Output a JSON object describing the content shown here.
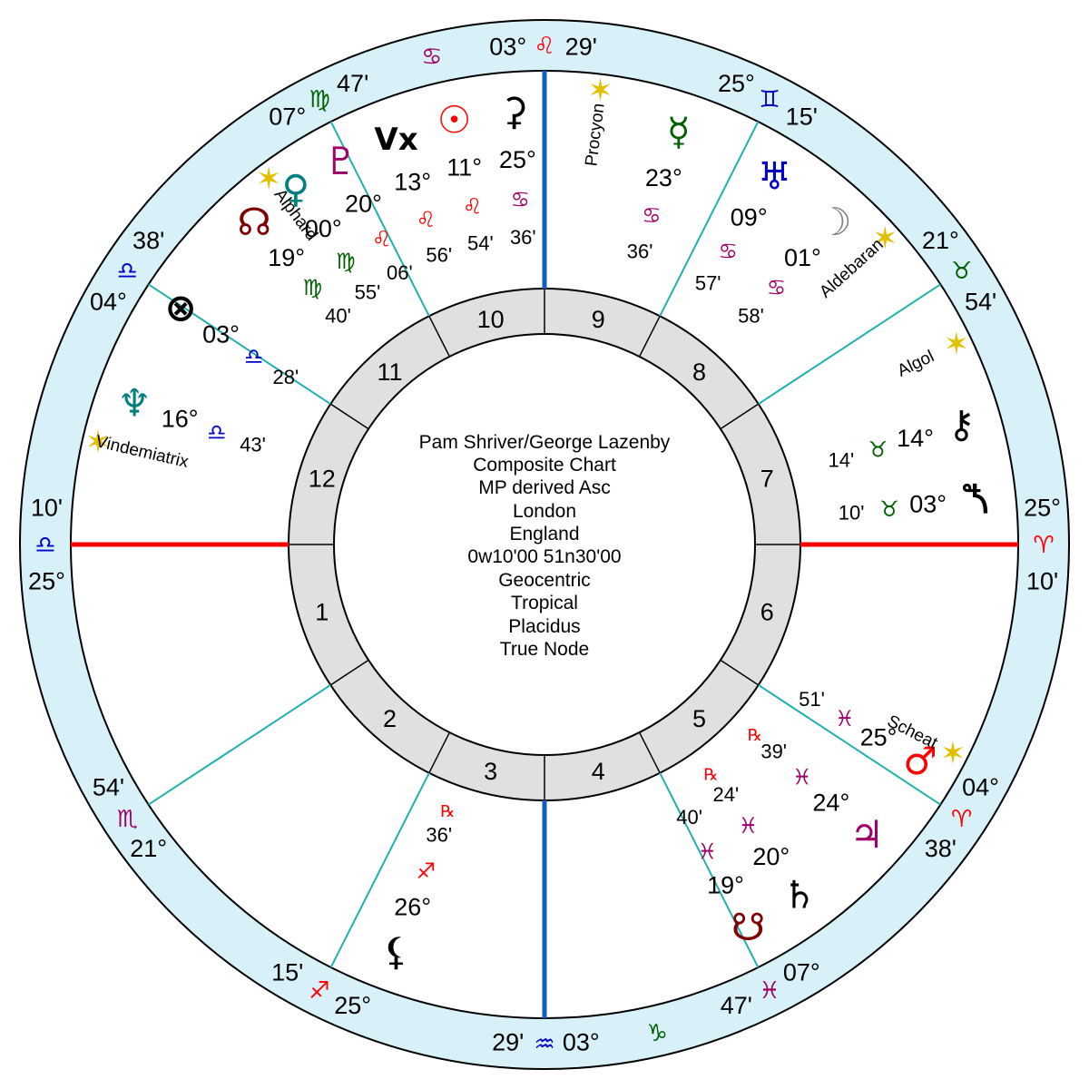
{
  "title_lines": [
    "Pam Shriver/George Lazenby",
    "Composite Chart",
    "MP derived Asc",
    "London",
    "England",
    "0w10'00 51n30'00",
    "Geocentric",
    "Tropical",
    "Placidus",
    "True Node"
  ],
  "colors": {
    "band": "#d8f1f8",
    "house_ring": "#e0e0e0",
    "cusp_line": "#20b0b0",
    "asc_axis": "#ff0000",
    "mc_axis": "#1060c0",
    "fire": "#ff0000",
    "earth": "#006000",
    "air": "#0000cc",
    "water": "#a0006a",
    "star": "#e0c000"
  },
  "house_numbers": [
    "1",
    "2",
    "3",
    "4",
    "5",
    "6",
    "7",
    "8",
    "9",
    "10",
    "11",
    "12"
  ],
  "cusps_outer": [
    {
      "name": "asc",
      "deg": "25°",
      "sign": "♎",
      "min": "10'",
      "el": "air"
    },
    {
      "name": "cusp-2",
      "deg": "21°",
      "sign": "♏",
      "min": "54'",
      "el": "water"
    },
    {
      "name": "cusp-3",
      "deg": "25°",
      "sign": "♐",
      "min": "15'",
      "el": "fire"
    },
    {
      "name": "ic",
      "deg": "03°",
      "sign": "♒",
      "min": "29'",
      "el": "air"
    },
    {
      "name": "cusp-5",
      "deg": "07°",
      "sign": "♓",
      "min": "47'",
      "el": "water"
    },
    {
      "name": "cusp-6",
      "deg": "04°",
      "sign": "♈",
      "min": "38'",
      "el": "fire"
    },
    {
      "name": "desc",
      "deg": "25°",
      "sign": "♈",
      "min": "10'",
      "el": "fire"
    },
    {
      "name": "cusp-8",
      "deg": "21°",
      "sign": "♉",
      "min": "54'",
      "el": "earth"
    },
    {
      "name": "cusp-9",
      "deg": "25°",
      "sign": "♊",
      "min": "15'",
      "el": "air"
    },
    {
      "name": "mc",
      "deg": "03°",
      "sign": "♌",
      "min": "29'",
      "el": "fire"
    },
    {
      "name": "cusp-11",
      "deg": "07°",
      "sign": "♍",
      "min": "47'",
      "el": "earth"
    },
    {
      "name": "cusp-12",
      "deg": "04°",
      "sign": "♎",
      "min": "38'",
      "el": "air"
    }
  ],
  "interceptions": [
    {
      "name": "intercepted-cancer",
      "sign": "♋",
      "el": "water"
    },
    {
      "name": "intercepted-capricorn",
      "sign": "♑",
      "el": "earth"
    }
  ],
  "planets": [
    {
      "name": "sun",
      "glyph": "☉",
      "color": "#ff0000",
      "deg": "11°",
      "sign": "♌",
      "el": "fire",
      "min": "54'"
    },
    {
      "name": "vertex",
      "glyph": "Vx",
      "color": "#000000",
      "deg": "13°",
      "sign": "♌",
      "el": "fire",
      "min": "56'"
    },
    {
      "name": "pluto",
      "glyph": "♇",
      "color": "#a0006a",
      "deg": "20°",
      "sign": "♌",
      "el": "fire",
      "min": "06'"
    },
    {
      "name": "chiron-like-point",
      "glyph": "⚳",
      "color": "#000000",
      "deg": "25°",
      "sign": "♋",
      "el": "water",
      "min": "36'"
    },
    {
      "name": "mercury",
      "glyph": "☿",
      "color": "#006000",
      "deg": "23°",
      "sign": "♋",
      "el": "water",
      "min": "36'"
    },
    {
      "name": "uranus",
      "glyph": "♅",
      "color": "#0000cc",
      "deg": "09°",
      "sign": "♋",
      "el": "water",
      "min": "57'"
    },
    {
      "name": "moon",
      "glyph": "☽",
      "color": "#808080",
      "deg": "01°",
      "sign": "♋",
      "el": "water",
      "min": "58'"
    },
    {
      "name": "chiron",
      "glyph": "⚷",
      "color": "#000000",
      "deg": "14°",
      "sign": "♉",
      "el": "earth",
      "min": "14'"
    },
    {
      "name": "transpluto",
      "glyph": "⯲",
      "color": "#000000",
      "deg": "03°",
      "sign": "♉",
      "el": "earth",
      "min": "10'"
    },
    {
      "name": "mars",
      "glyph": "♂",
      "color": "#ff0000",
      "deg": "25°",
      "sign": "♓",
      "el": "water",
      "min": "51'",
      "rx": ""
    },
    {
      "name": "jupiter",
      "glyph": "♃",
      "color": "#a0006a",
      "deg": "24°",
      "sign": "♓",
      "el": "water",
      "min": "39'",
      "rx": "℞"
    },
    {
      "name": "saturn",
      "glyph": "♄",
      "color": "#000000",
      "deg": "20°",
      "sign": "♓",
      "el": "water",
      "min": "24'",
      "rx": "℞"
    },
    {
      "name": "south-node",
      "glyph": "☋",
      "color": "#800000",
      "deg": "19°",
      "sign": "♓",
      "el": "water",
      "min": "40'"
    },
    {
      "name": "black-moon-lilith",
      "glyph": "⚸",
      "color": "#000000",
      "deg": "26°",
      "sign": "♐",
      "el": "fire",
      "min": "36'",
      "rx": "℞"
    },
    {
      "name": "neptune",
      "glyph": "♆",
      "color": "#008080",
      "deg": "16°",
      "sign": "♎",
      "el": "air",
      "min": "43'"
    },
    {
      "name": "part-of-fortune",
      "glyph": "⊗",
      "color": "#000000",
      "deg": "03°",
      "sign": "♎",
      "el": "air",
      "min": "28'"
    },
    {
      "name": "north-node",
      "glyph": "☊",
      "color": "#800000",
      "deg": "19°",
      "sign": "♍",
      "el": "earth",
      "min": "40'"
    },
    {
      "name": "venus",
      "glyph": "♀",
      "color": "#008080",
      "deg": "00°",
      "sign": "♍",
      "el": "earth",
      "min": "55'"
    }
  ],
  "stars": [
    {
      "name": "Alphard"
    },
    {
      "name": "Procyon"
    },
    {
      "name": "Aldebaran"
    },
    {
      "name": "Algol"
    },
    {
      "name": "Scheat"
    },
    {
      "name": "Vindemiatrix"
    }
  ]
}
